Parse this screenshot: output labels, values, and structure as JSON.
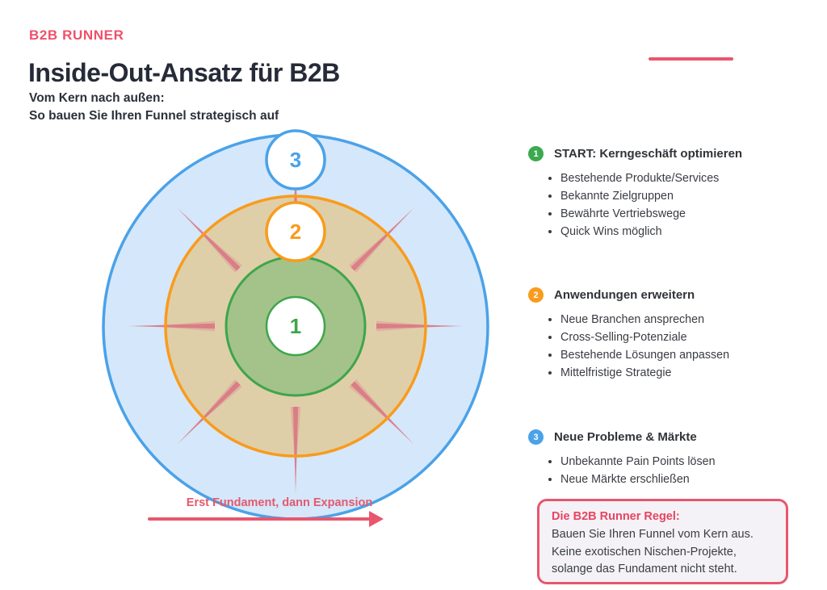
{
  "header": {
    "brand": "B2B RUNNER",
    "title": "Inside-Out-Ansatz für B2B",
    "subtitle_line1": "Vom Kern nach außen:",
    "subtitle_line2": "So bauen Sie Ihren Funnel strategisch auf"
  },
  "diagram": {
    "levels": [
      "1",
      "2",
      "3"
    ],
    "caption": "Erst Fundament, dann Expansion"
  },
  "legend": {
    "items": [
      {
        "number": "1",
        "color": "#3baa4e",
        "title": "START: Kerngeschäft optimieren",
        "bullets": [
          "Bestehende Produkte/Services",
          "Bekannte Zielgruppen",
          "Bewährte Vertriebswege",
          "Quick Wins möglich"
        ]
      },
      {
        "number": "2",
        "color": "#f99b1d",
        "title": "Anwendungen erweitern",
        "bullets": [
          "Neue Branchen ansprechen",
          "Cross-Selling-Potenziale",
          "Bestehende Lösungen anpassen",
          "Mittelfristige Strategie"
        ]
      },
      {
        "number": "3",
        "color": "#4aa2e8",
        "title": "Neue Probleme & Märkte",
        "bullets": [
          "Unbekannte Pain Points lösen",
          "Neue Märkte erschließen"
        ]
      }
    ]
  },
  "rule_box": {
    "title": "Die B2B Runner Regel:",
    "lines": [
      "Bauen Sie Ihren Funnel vom Kern aus.",
      "Keine exotischen Nischen-Projekte,",
      "solange das Fundament nicht steht."
    ]
  },
  "palette": {
    "accent_pink": "#e8566e",
    "ray_salmon": "#dc7886",
    "blue": "#4aa2e8",
    "light_blue": "#d5e7fa",
    "orange": "#f99b1d",
    "tan": "#dfcfa8",
    "green_stroke": "#3fa54b",
    "green_fill": "#a3c38b",
    "ink": "#262b38"
  }
}
